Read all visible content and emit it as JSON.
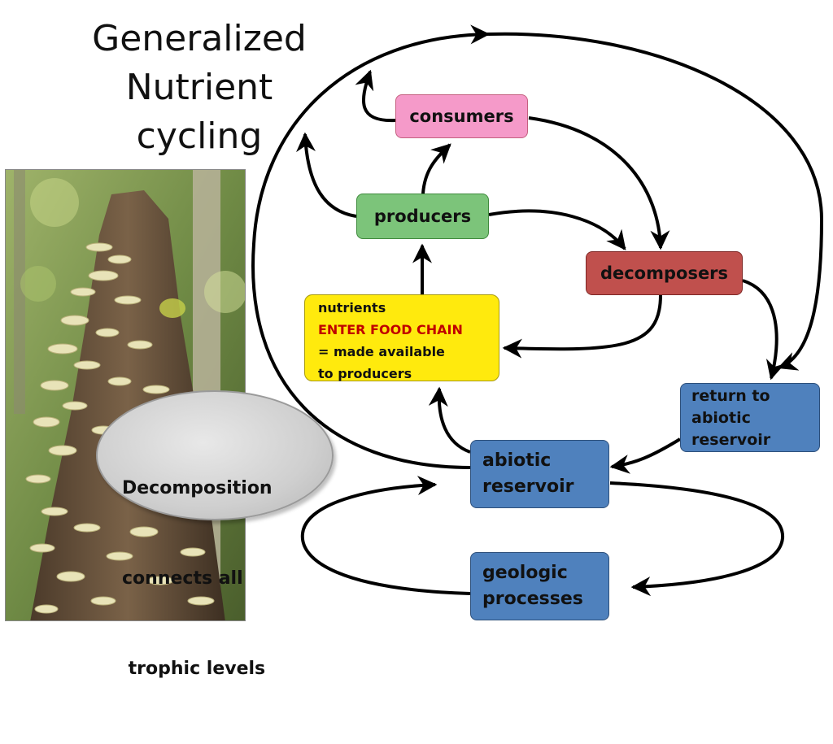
{
  "title": {
    "line1": "Generalized",
    "line2": "Nutrient",
    "line3": "cycling"
  },
  "nodes": {
    "consumers": "consumers",
    "producers": "producers",
    "decomposers": "decomposers",
    "nutrients": {
      "line1": "nutrients",
      "line2": "ENTER FOOD CHAIN",
      "line3": "= made available",
      "line4": "to producers"
    },
    "return": {
      "line1": "return to",
      "line2": "abiotic",
      "line3": "reservoir"
    },
    "abiotic": {
      "line1": "abiotic",
      "line2": "reservoir"
    },
    "geologic": {
      "line1": "geologic",
      "line2": "processes"
    }
  },
  "callout": {
    "line1": "Decomposition",
    "line2": "connects all",
    "line3": " trophic levels"
  },
  "colors": {
    "consumers": "#f59ac9",
    "producers": "#7cc47a",
    "decomposers": "#c0504d",
    "nutrients": "#ffea0d",
    "enter_food_chain_text": "#c00000",
    "reservoir_boxes": "#4f81bd",
    "arrows": "#000000"
  },
  "photo": {
    "subject": "tree stump covered with shelf fungi"
  }
}
